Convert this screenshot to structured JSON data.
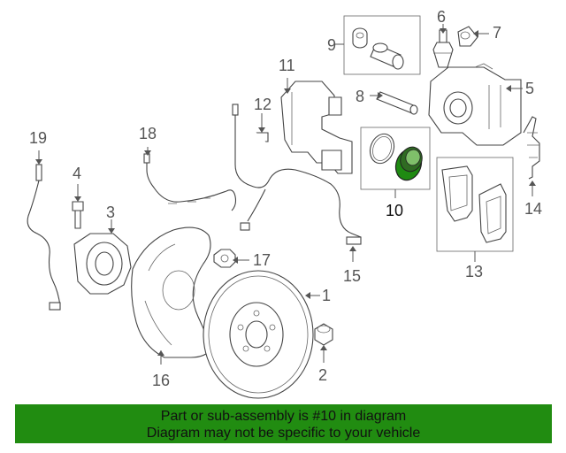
{
  "diagram": {
    "callouts": {
      "c1": "1",
      "c2": "2",
      "c3": "3",
      "c4": "4",
      "c5": "5",
      "c6": "6",
      "c7": "7",
      "c8": "8",
      "c9": "9",
      "c10": "10",
      "c11": "11",
      "c12": "12",
      "c13": "13",
      "c14": "14",
      "c15": "15",
      "c16": "16",
      "c17": "17",
      "c18": "18",
      "c19": "19"
    },
    "highlight_color": "#1f8a12",
    "highlighted_part": "10"
  },
  "banner": {
    "line1": "Part or sub-assembly is #10 in diagram",
    "line2": "Diagram may not be specific to your vehicle",
    "background": "#218c11"
  }
}
